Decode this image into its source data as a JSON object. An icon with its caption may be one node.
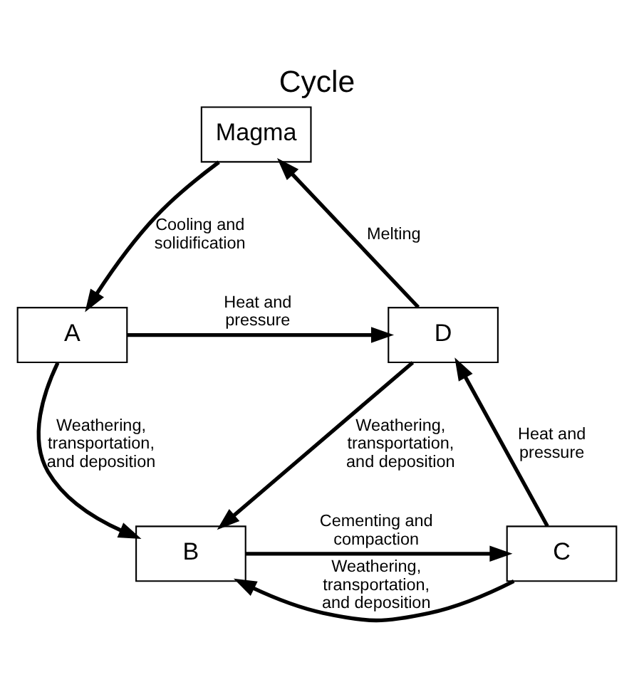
{
  "diagram": {
    "title": "Cycle",
    "nodes": [
      {
        "text": [
          "Magma"
        ]
      },
      {
        "text": [
          "A"
        ]
      },
      {
        "text": [
          "D"
        ]
      },
      {
        "text": [
          "B"
        ]
      },
      {
        "text": [
          "C"
        ]
      }
    ],
    "edges": [
      {
        "from": 0,
        "to": 1,
        "arrow": "to",
        "label": "Cooling and solidification"
      },
      {
        "from": 1,
        "to": 2,
        "arrow": "to",
        "label": "Heat and pressure"
      },
      {
        "from": 2,
        "to": 0,
        "arrow": "to",
        "label": "Melting"
      },
      {
        "from": 2,
        "to": 3,
        "arrow": "to",
        "label": "Weathering, transportation, and deposition"
      },
      {
        "from": 1,
        "to": 3,
        "arrow": "to",
        "label": "Weathering, transportation, and deposition"
      },
      {
        "from": 4,
        "to": 3,
        "arrow": "to",
        "label": "Weathering, transportation, and deposition"
      },
      {
        "from": 3,
        "to": 4,
        "arrow": "to",
        "label": "Cementing and compaction"
      },
      {
        "from": 4,
        "to": 2,
        "arrow": "to",
        "label": "Heat and pressure"
      }
    ]
  }
}
